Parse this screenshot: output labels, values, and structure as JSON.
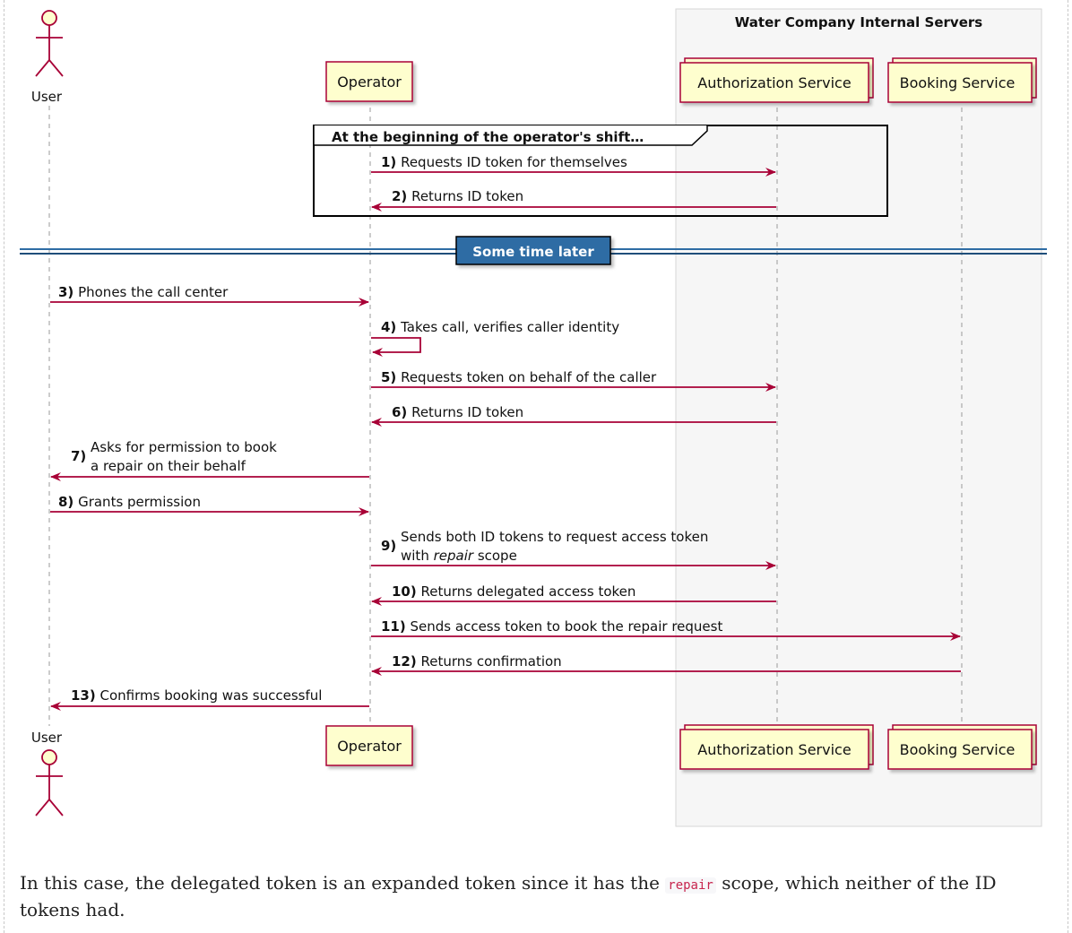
{
  "diagram": {
    "group_box_title": "Water Company Internal Servers",
    "participants": {
      "user": "User",
      "operator": "Operator",
      "auth": "Authorization Service",
      "booking": "Booking Service"
    },
    "fragment_label": "At the beginning of the operator's shift…",
    "divider_label": "Some time later",
    "messages": [
      {
        "num": "1)",
        "text": "Requests ID token for themselves"
      },
      {
        "num": "2)",
        "text": "Returns ID token"
      },
      {
        "num": "3)",
        "text": "Phones the call center"
      },
      {
        "num": "4)",
        "text": "Takes call, verifies caller identity"
      },
      {
        "num": "5)",
        "text": "Requests token on behalf of the caller"
      },
      {
        "num": "6)",
        "text": "Returns ID token"
      },
      {
        "num": "7)",
        "line1": "Asks for permission to book",
        "line2": "a repair on their behalf"
      },
      {
        "num": "8)",
        "text": "Grants permission"
      },
      {
        "num": "9)",
        "line1": "Sends both ID tokens to request access token",
        "line2_pre": "with ",
        "line2_em": "repair",
        "line2_post": " scope"
      },
      {
        "num": "10)",
        "text": "Returns delegated access token"
      },
      {
        "num": "11)",
        "text": "Sends access token to book the repair request"
      },
      {
        "num": "12)",
        "text": "Returns confirmation"
      },
      {
        "num": "13)",
        "text": "Confirms booking was successful"
      }
    ],
    "colors": {
      "arrow": "#a80036",
      "participant_fill": "#fefece",
      "participant_border": "#a80036",
      "divider_fill": "#2e6ca4",
      "group_fill": "#f6f6f6"
    }
  },
  "caption": {
    "before": "In this case, the delegated token is an expanded token since it has the ",
    "code": "repair",
    "after": " scope, which neither of the ID tokens had."
  }
}
